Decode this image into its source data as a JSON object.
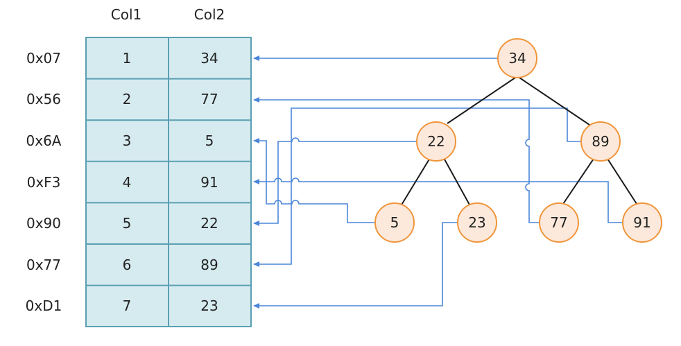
{
  "table": {
    "headers": [
      "Col1",
      "Col2"
    ],
    "rows": [
      {
        "address": "0x07",
        "col1": "1",
        "col2": "34"
      },
      {
        "address": "0x56",
        "col1": "2",
        "col2": "77"
      },
      {
        "address": "0x6A",
        "col1": "3",
        "col2": "5"
      },
      {
        "address": "0xF3",
        "col1": "4",
        "col2": "91"
      },
      {
        "address": "0x90",
        "col1": "5",
        "col2": "22"
      },
      {
        "address": "0x77",
        "col1": "6",
        "col2": "89"
      },
      {
        "address": "0xD1",
        "col1": "7",
        "col2": "23"
      }
    ]
  },
  "tree": {
    "nodes": [
      "34",
      "22",
      "89",
      "5",
      "23",
      "77",
      "91"
    ]
  },
  "colors": {
    "cell_fill": "#d6ebf0",
    "cell_border": "#5a9fb2",
    "node_fill": "#fde9dc",
    "node_border": "#f0953a",
    "pointer": "#4a86d8",
    "edge": "#1a1a1a"
  }
}
